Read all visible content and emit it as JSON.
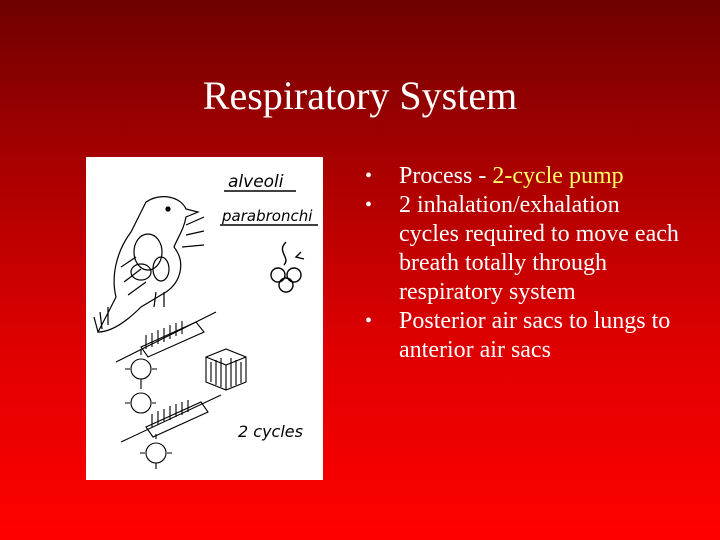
{
  "slide": {
    "title": "Respiratory System",
    "figure": {
      "label_top": "alveoli",
      "label_mid": "parabronchi",
      "label_bottom": "2 cycles"
    },
    "bullets": [
      {
        "prefix": "Process - ",
        "highlight": "2-cycle pump"
      },
      {
        "text": "2 inhalation/exhalation cycles required to move each breath totally through respiratory system"
      },
      {
        "text": "Posterior air sacs to lungs to anterior air sacs"
      }
    ],
    "colors": {
      "background_top": "#6e0000",
      "background_bottom": "#ff0000",
      "text": "#ffffff",
      "highlight": "#ffff66"
    }
  }
}
